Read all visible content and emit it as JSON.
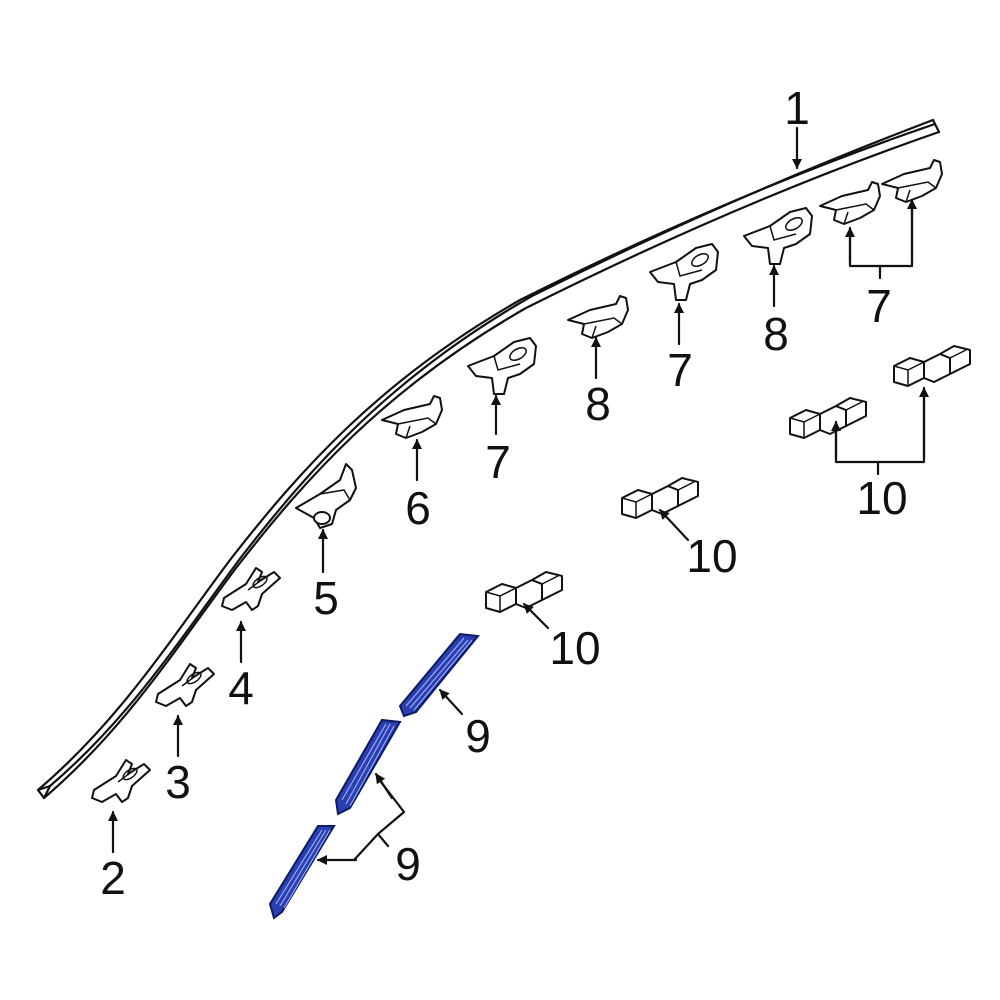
{
  "diagram": {
    "callouts": {
      "c1": "1",
      "c2": "2",
      "c3": "3",
      "c4": "4",
      "c5": "5",
      "c6": "6",
      "c7a": "7",
      "c8a": "8",
      "c7b": "7",
      "c8b": "8",
      "c7c": "7",
      "c10a": "10",
      "c10b": "10",
      "c10c": "10",
      "c9a": "9",
      "c9b": "9"
    },
    "parts": {
      "molding": "roof-drip-molding",
      "clip": "clip",
      "retainer": "retainer",
      "seal_strip": "seal-strip",
      "spacer": "spacer"
    },
    "colors": {
      "line": "#111111",
      "highlight": "#2a3fb0"
    }
  }
}
